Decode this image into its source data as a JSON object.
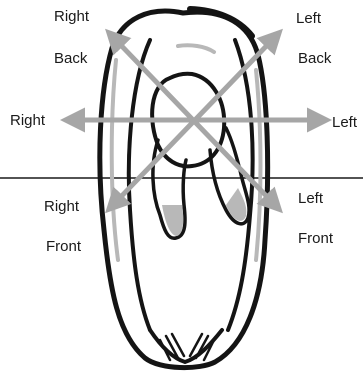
{
  "labels": {
    "right_back": [
      "Right",
      "Back"
    ],
    "left_back": [
      "Left",
      "Back"
    ],
    "right_side": "Right",
    "left_side": "Left",
    "right_front": [
      "Right",
      "Front"
    ],
    "left_front": [
      "Left",
      "Front"
    ]
  },
  "colors": {
    "arrow": "#a6a6a6",
    "outline": "#141414",
    "shading": "#b8b8b8",
    "horizon": "#1a1a1a"
  }
}
